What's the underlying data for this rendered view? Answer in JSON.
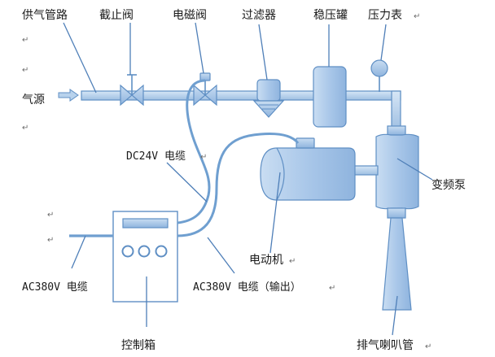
{
  "labels": {
    "supply_pipe": "供气管路",
    "stop_valve": "截止阀",
    "solenoid_valve": "电磁阀",
    "filter": "过滤器",
    "surge_tank": "稳压罐",
    "pressure_gauge": "压力表",
    "air_source": "气源",
    "dc24v_cable": "DC24V 电缆",
    "vfd_pump": "变频泵",
    "motor": "电动机",
    "ac380v_cable_in": "AC380V 电缆",
    "ac380v_cable_out": "AC380V 电缆（输出）",
    "control_box": "控制箱",
    "exhaust_horn": "排气喇叭管"
  },
  "marks": {
    "return": "↵"
  },
  "colors": {
    "pipe_fill": "#b8d2ec",
    "part_fill": "#aac8e8",
    "outline": "#5f8fc4",
    "cable": "#6f9fd0",
    "text": "#1a1a1a"
  }
}
